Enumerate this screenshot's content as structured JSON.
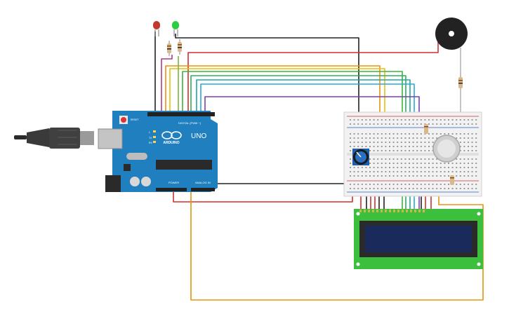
{
  "circuit": {
    "arduino": {
      "logo_text": "ARDUINO",
      "model_label": "UNO",
      "digital_label": "DIGITAL (PWM ~)",
      "power_label": "POWER",
      "analog_label": "ANALOG IN",
      "reset_label": "RESET",
      "tx_label": "TX",
      "rx_label": "RX",
      "l_label": "L"
    },
    "components": [
      {
        "name": "red LED",
        "color": "#c0392b"
      },
      {
        "name": "green LED",
        "color": "#2ecc40"
      },
      {
        "name": "piezo buzzer",
        "color": "#222222"
      },
      {
        "name": "gas sensor",
        "color": "#cfcfcf"
      },
      {
        "name": "potentiometer",
        "color": "#1f5fa8"
      },
      {
        "name": "16x2 LCD",
        "color": "#1a2a5a"
      }
    ],
    "wire_colors": {
      "black": "#222222",
      "red": "#d32f2f",
      "orange": "#e8930c",
      "yellow": "#e6c20c",
      "green": "#3cb43c",
      "teal": "#1fa6a6",
      "cyan": "#29a8d9",
      "purple": "#7b3fb0"
    },
    "board_color": "#1f7fbf",
    "breadboard_color": "#f2f2f2"
  }
}
